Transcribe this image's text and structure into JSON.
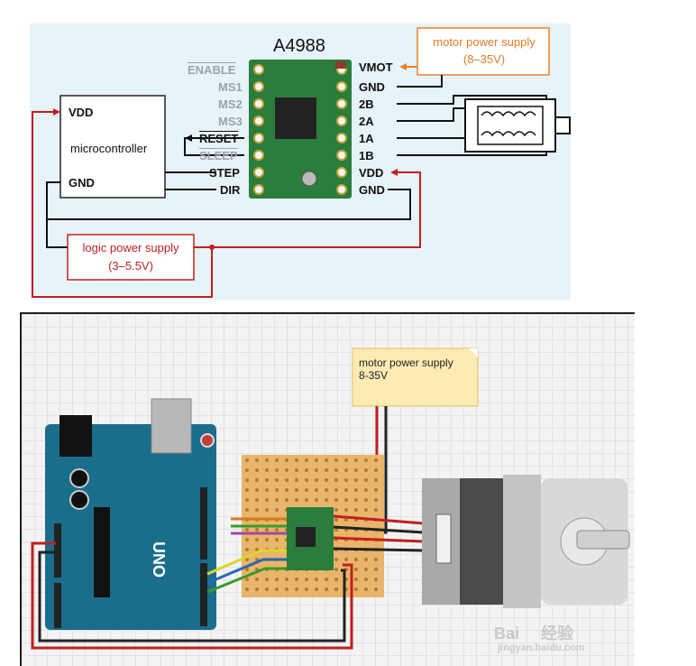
{
  "top": {
    "title": "A4988",
    "left_pins": [
      "ENABLE",
      "MS1",
      "MS2",
      "MS3",
      "RESET",
      "SLEEP",
      "STEP",
      "DIR"
    ],
    "right_pins": [
      "VMOT",
      "GND",
      "2B",
      "2A",
      "1A",
      "1B",
      "VDD",
      "GND"
    ],
    "microcontroller": {
      "vdd": "VDD",
      "label": "microcontroller",
      "gnd": "GND"
    },
    "motor_supply": {
      "line1": "motor power supply",
      "line2": "(8–35V)"
    },
    "logic_supply": {
      "line1": "logic power supply",
      "line2": "(3–5.5V)"
    }
  },
  "bottom": {
    "note": {
      "line1": "motor power supply",
      "line2": "8-35V"
    },
    "watermark_logo": "Bai",
    "watermark_cn": "经验",
    "watermark_url": "jingyan.baidu.com"
  },
  "colors": {
    "red": "#c0201f",
    "orange": "#e8832a",
    "arduino": "#1b6d8c",
    "board_green": "#2a7d3a",
    "perf": "#e9b56a",
    "note": "#fcebb2"
  }
}
